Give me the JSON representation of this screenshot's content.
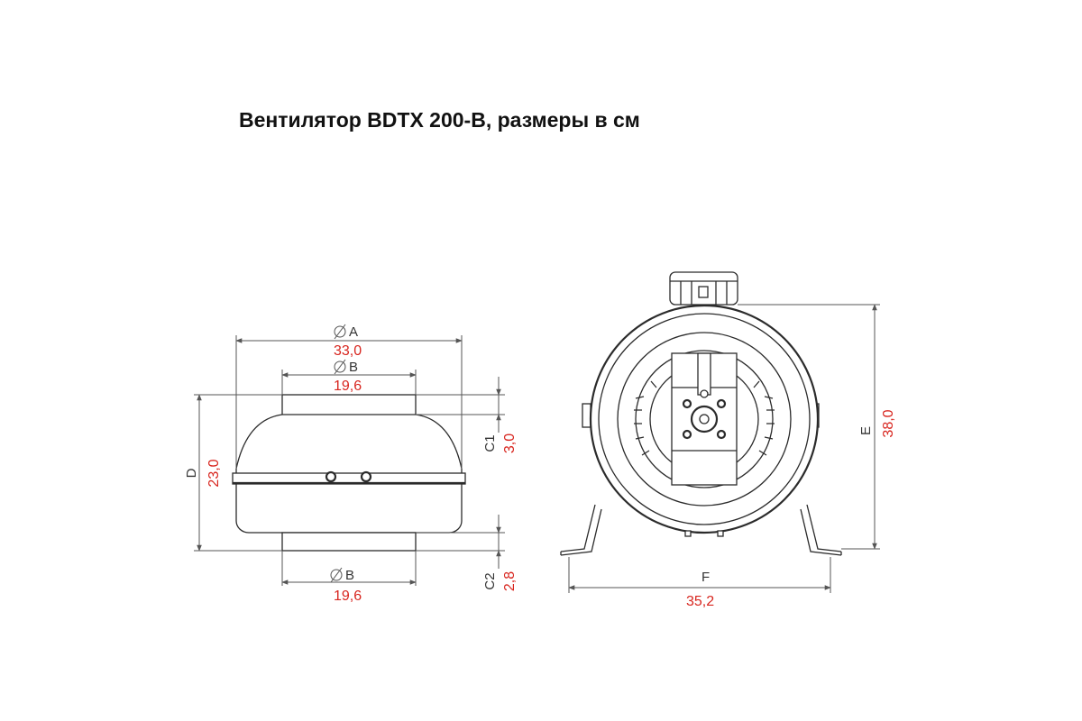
{
  "title": "Вентилятор BDTX 200-B, размеры в см",
  "colors": {
    "line": "#2b2b2b",
    "dimension_value": "#d8261f",
    "label": "#333333"
  },
  "dimensions": {
    "A": {
      "label": "A",
      "value": "33,0"
    },
    "B_top": {
      "label": "B",
      "value": "19,6"
    },
    "B_bottom": {
      "label": "B",
      "value": "19,6"
    },
    "C1": {
      "label": "C1",
      "value": "3,0"
    },
    "C2": {
      "label": "C2",
      "value": "2,8"
    },
    "D": {
      "label": "D",
      "value": "23,0"
    },
    "E": {
      "label": "E",
      "value": "38,0"
    },
    "F": {
      "label": "F",
      "value": "35,2"
    }
  },
  "icons": {
    "diameter": "diameter-icon"
  }
}
